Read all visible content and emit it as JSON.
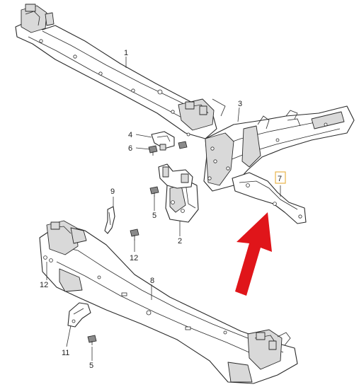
{
  "callouts": {
    "c1": "1",
    "c2": "2",
    "c3": "3",
    "c4": "4",
    "c5a": "5",
    "c5b": "5",
    "c6": "6",
    "c7": "7",
    "c8": "8",
    "c9": "9",
    "c11": "11",
    "c12a": "12",
    "c12b": "12"
  },
  "highlight_color": "#e8b44a",
  "arrow_color": "#e0151a"
}
